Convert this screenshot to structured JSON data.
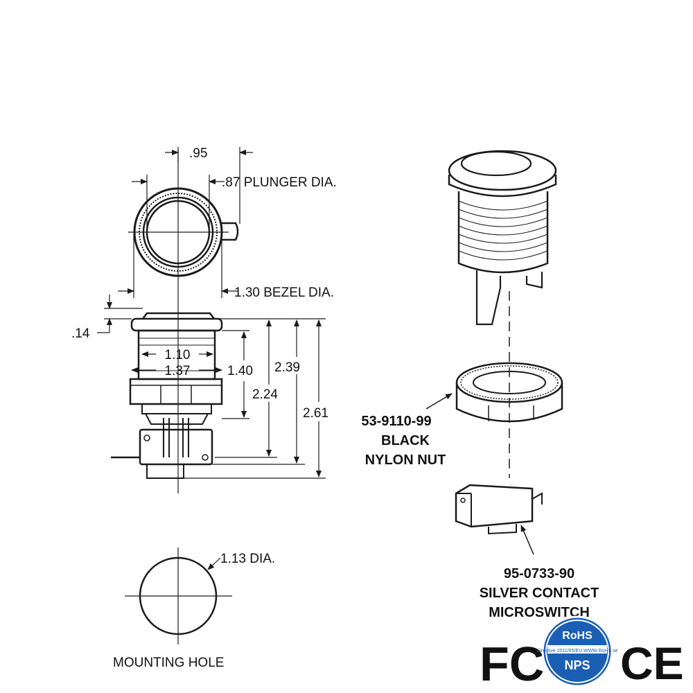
{
  "dimensions": {
    "d095": ".95",
    "plunger": ".87 PLUNGER DIA.",
    "bezel": "1.30 BEZEL DIA.",
    "d014": ".14",
    "d110": "1.10",
    "d137": "1.37",
    "d140": "1.40",
    "d224": "2.24",
    "d239": "2.39",
    "d261": "2.61",
    "hole_dia": "1.13 DIA.",
    "hole_label": "MOUNTING HOLE"
  },
  "parts": {
    "nut": {
      "number": "53-9110-99",
      "line1": "BLACK",
      "line2": "NYLON NUT"
    },
    "switch": {
      "number": "95-0733-90",
      "line1": "SILVER CONTACT",
      "line2": "MICROSWITCH"
    }
  },
  "marks": {
    "fc": "FC",
    "rohs_top": "RoHS",
    "rohs_mid": "Directive 2011/65/EU WWW.RoHS.se",
    "rohs_bottom": "NPS",
    "ce": "CE"
  }
}
